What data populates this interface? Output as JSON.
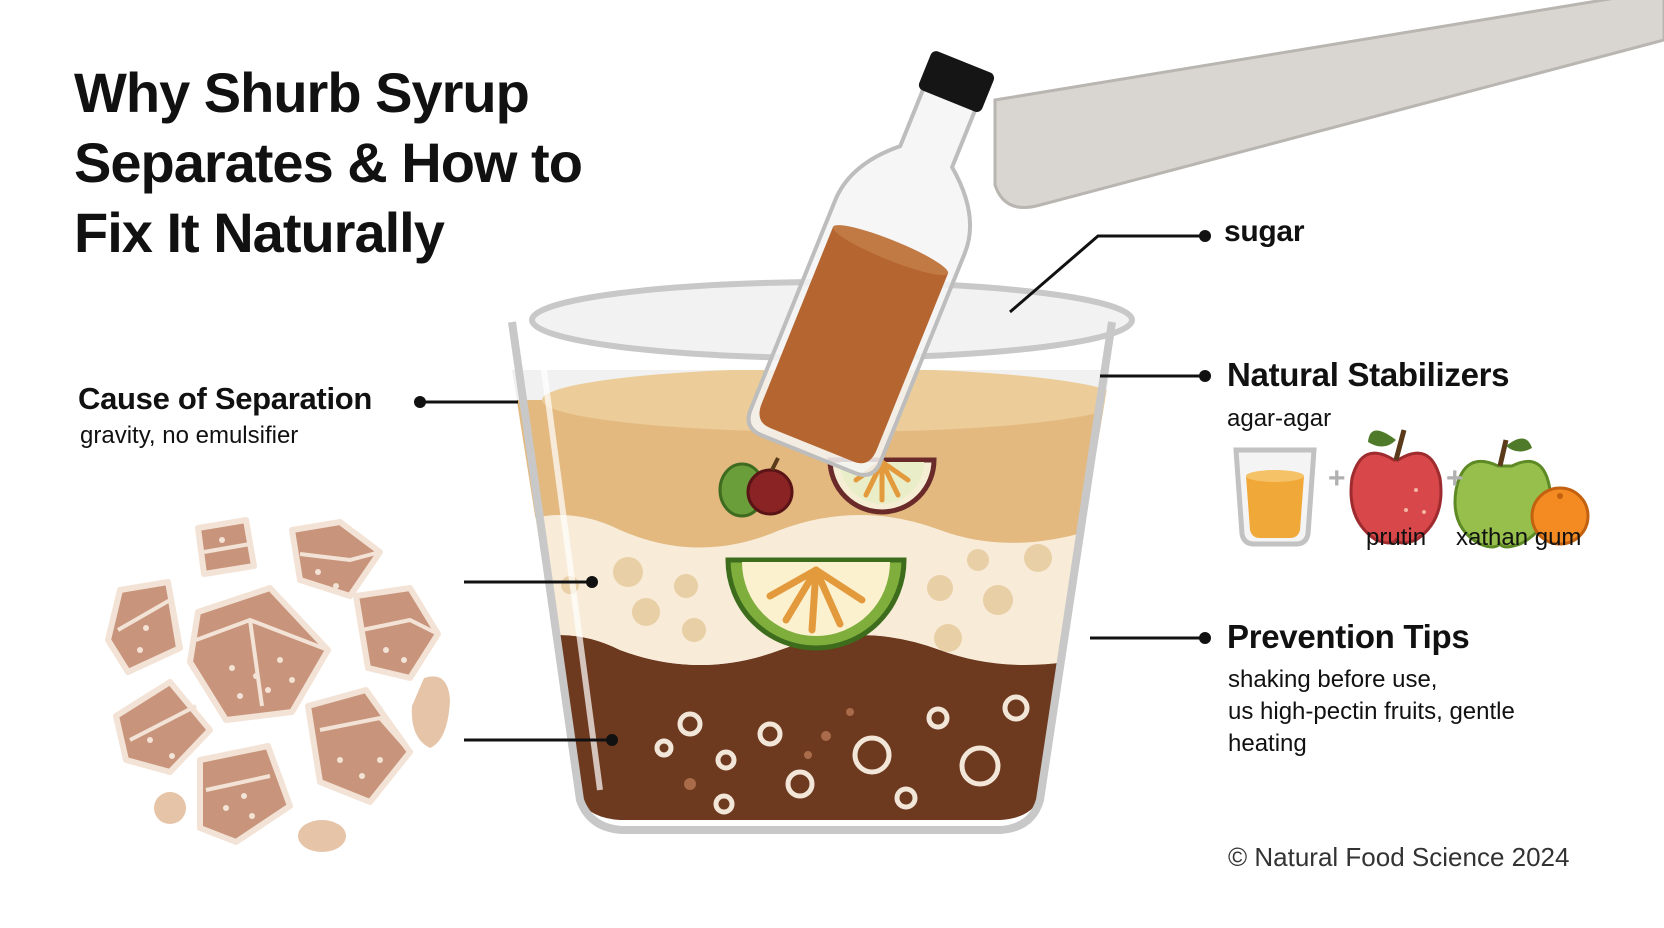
{
  "title_lines": [
    "Why Shurb Syrup",
    "Separates & How to",
    "Fix It Naturally"
  ],
  "labels": {
    "sugar": "sugar",
    "cause_heading": "Cause of Separation",
    "cause_detail": "gravity, no emulsifier",
    "stabilizers_heading": "Natural Stabilizers",
    "stabilizer_agar": "agar-agar",
    "stabilizer_pectin": "prutin",
    "stabilizer_xanthan": "xathan gum",
    "plus": "+",
    "prevention_heading": "Prevention Tips",
    "prevention_lines": [
      "shaking before use,",
      "us high-pectin fruits, gentle",
      "heating"
    ]
  },
  "copyright": "© Natural Food Science 2024",
  "colors": {
    "top_layer": "#e3b980",
    "middle_layer": "#f8ecd8",
    "bottom_layer": "#6e3a1f",
    "syrup_bottle": "#b5652f",
    "sugar_cube": "#c8957c",
    "glass_outline": "#c8c8c8"
  },
  "icons": [
    "tilted-bottle-icon",
    "pour-arm-icon",
    "sugar-cubes-icon",
    "apple-icon",
    "lime-slice-icon",
    "juice-glass-icon",
    "orange-icon",
    "green-apple-icon"
  ]
}
